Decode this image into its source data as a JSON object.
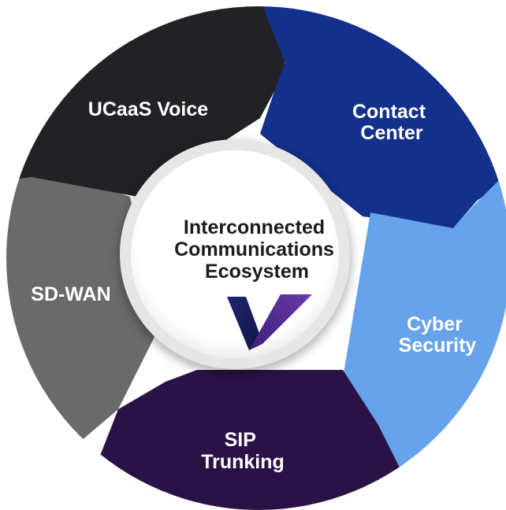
{
  "center": {
    "lines": [
      "Interconnected",
      "Communications",
      "Ecosystem"
    ],
    "logo": "checkmark-logo-icon"
  },
  "segments": [
    {
      "lines": [
        "UCaaS Voice"
      ],
      "color": "#222226"
    },
    {
      "lines": [
        "Contact",
        "Center"
      ],
      "color": "#13308a"
    },
    {
      "lines": [
        "Cyber",
        "Security"
      ],
      "color": "#67a3ea"
    },
    {
      "lines": [
        "SIP",
        "Trunking"
      ],
      "color": "#2a1246"
    },
    {
      "lines": [
        "SD-WAN"
      ],
      "color": "#6a6a6a"
    }
  ],
  "colors": {
    "center_fill": "#ffffff",
    "center_ring": "#e6e6e6",
    "logo_left": "#161a5c",
    "logo_right": "#5a2f96"
  }
}
